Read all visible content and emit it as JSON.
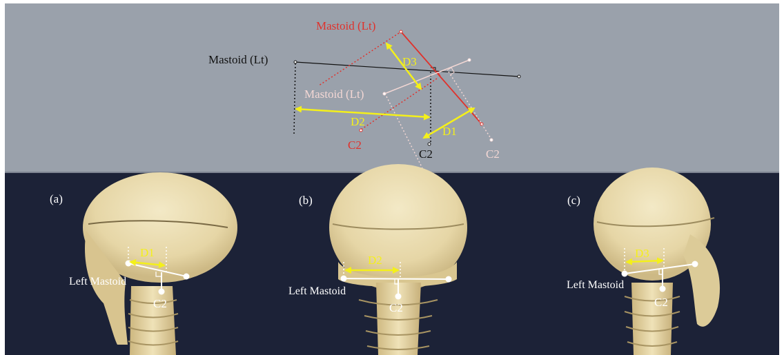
{
  "colors": {
    "top_panel_bg": "#9aa1ab",
    "photo_bg": "#1c2237",
    "red": "#e0312b",
    "black": "#111111",
    "pink": "#f3d7d4",
    "yellow": "#f4f01a",
    "white": "#ffffff",
    "bone": "#e9dcb4"
  },
  "diagram": {
    "mastoid_red_label": "Mastoid (Lt)",
    "mastoid_black_label": "Mastoid (Lt)",
    "mastoid_pink_label": "Mastoid (Lt)",
    "c2_red_label": "C2",
    "c2_black_label": "C2",
    "c2_pink_label": "C2",
    "d1_label": "D1",
    "d2_label": "D2",
    "d3_label": "D3"
  },
  "panels": [
    {
      "letter": "(a)",
      "distance_label": "D1",
      "mastoid_label": "Left Mastoid",
      "c2_label": "C2"
    },
    {
      "letter": "(b)",
      "distance_label": "D2",
      "mastoid_label": "Left Mastoid",
      "c2_label": "C2"
    },
    {
      "letter": "(c)",
      "distance_label": "D3",
      "mastoid_label": "Left Mastoid",
      "c2_label": "C2"
    }
  ]
}
